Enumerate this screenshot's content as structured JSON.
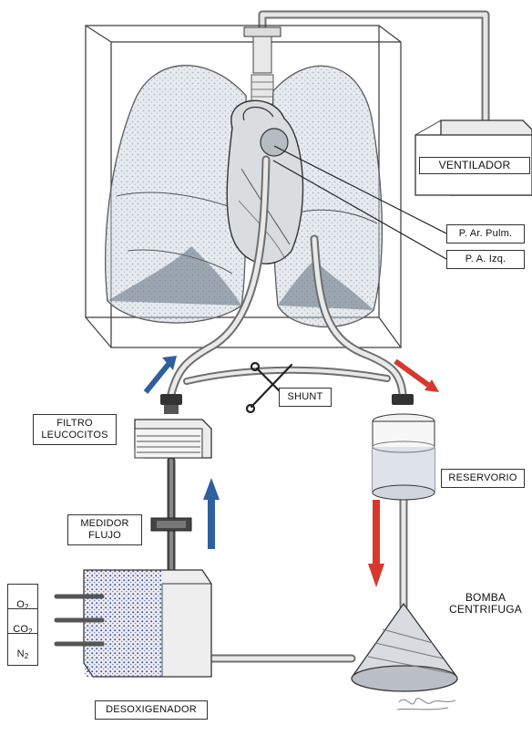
{
  "labels": {
    "ventilador": "VENTILADOR",
    "p_ar_pulm": "P. Ar. Pulm.",
    "p_a_izq": "P. A. Izq.",
    "shunt": "SHUNT",
    "filtro": "FILTRO\nLEUCOCITOS",
    "reservorio": "RESERVORIO",
    "medidor": "MEDIDOR\nFLUJO",
    "bomba": "BOMBA\nCENTRIFUGA",
    "o2": "O",
    "o2_sub": "2",
    "co2": "CO",
    "co2_sub": "2",
    "n2": "N",
    "n2_sub": "2",
    "desoxigenador": "DESOXIGENADOR"
  },
  "colors": {
    "arrow_blue": "#2e5f9e",
    "arrow_red": "#d6382d",
    "tube": "#888888",
    "lung_fill": "#c9d3dc",
    "heart_fill": "#d9dde0",
    "oxy_blue": "#3a4fb0"
  },
  "icons": {
    "clamp": "scissors-clamp-icon",
    "signature": "artist-signature"
  }
}
